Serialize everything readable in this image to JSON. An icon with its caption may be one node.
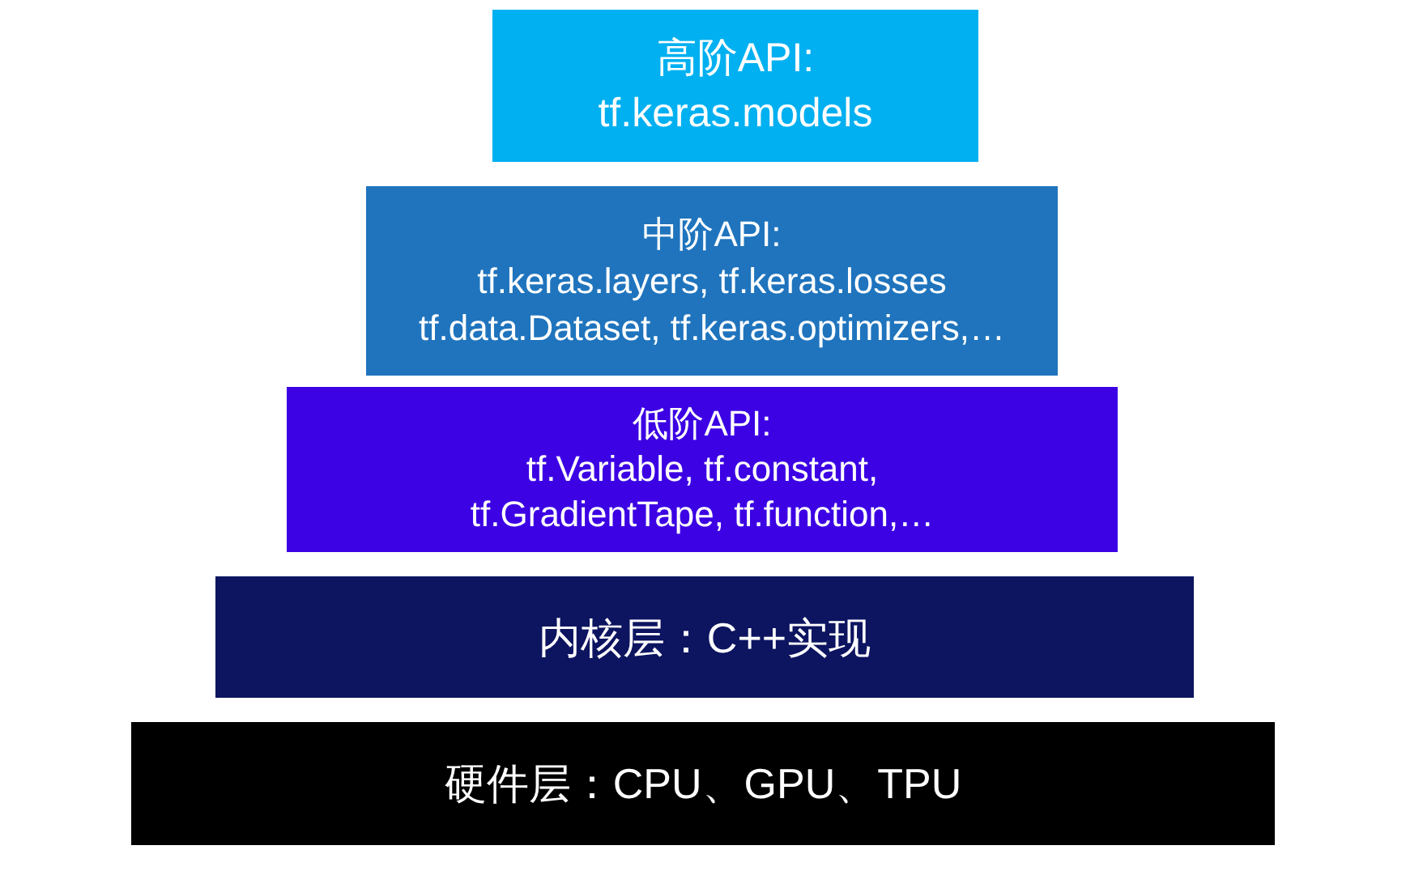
{
  "diagram": {
    "nodes": [
      {
        "text": [
          "高阶API:",
          "tf.keras.models"
        ]
      },
      {
        "text": [
          "中阶API:",
          "tf.keras.layers, tf.keras.losses tf.data.Dataset, tf.keras.optimizers,…"
        ]
      },
      {
        "text": [
          "低阶API:",
          "tf.Variable, tf.constant, tf.GradientTape, tf.function,…"
        ]
      },
      {
        "text": [
          "内核层：C++实现"
        ]
      },
      {
        "text": [
          "硬件层：CPU、GPU、TPU"
        ]
      }
    ]
  }
}
